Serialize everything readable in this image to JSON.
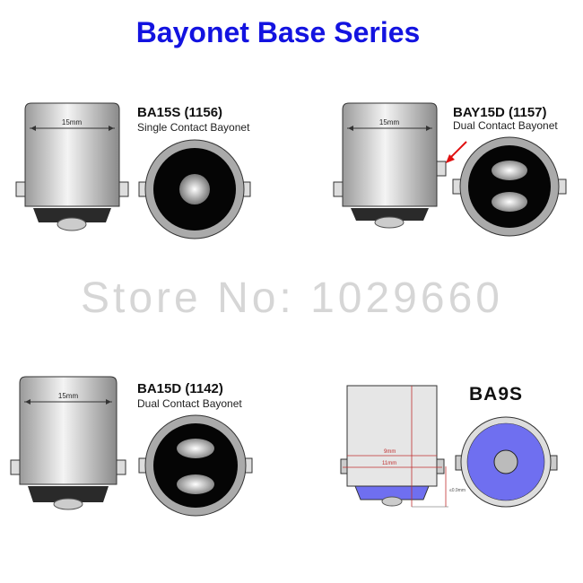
{
  "title": "Bayonet Base Series",
  "bulbs": [
    {
      "name": "BA15S (1156)",
      "description": "Single Contact Bayonet",
      "dimension": "15mm"
    },
    {
      "name": "BAY15D (1157)",
      "description": "Dual Contact Bayonet",
      "dimension": "15mm"
    },
    {
      "name": "BA15D (1142)",
      "description": "Dual Contact Bayonet",
      "dimension": "15mm"
    },
    {
      "name": "BA9S",
      "dimensions": {
        "inner": "9mm",
        "outer": "11mm",
        "height": "≤0.9mm"
      }
    }
  ],
  "watermark": "Store No: 1029660",
  "colors": {
    "title": "#1313e0",
    "ba9s_base": "#6f6ff0",
    "arrow": "#e01010"
  }
}
